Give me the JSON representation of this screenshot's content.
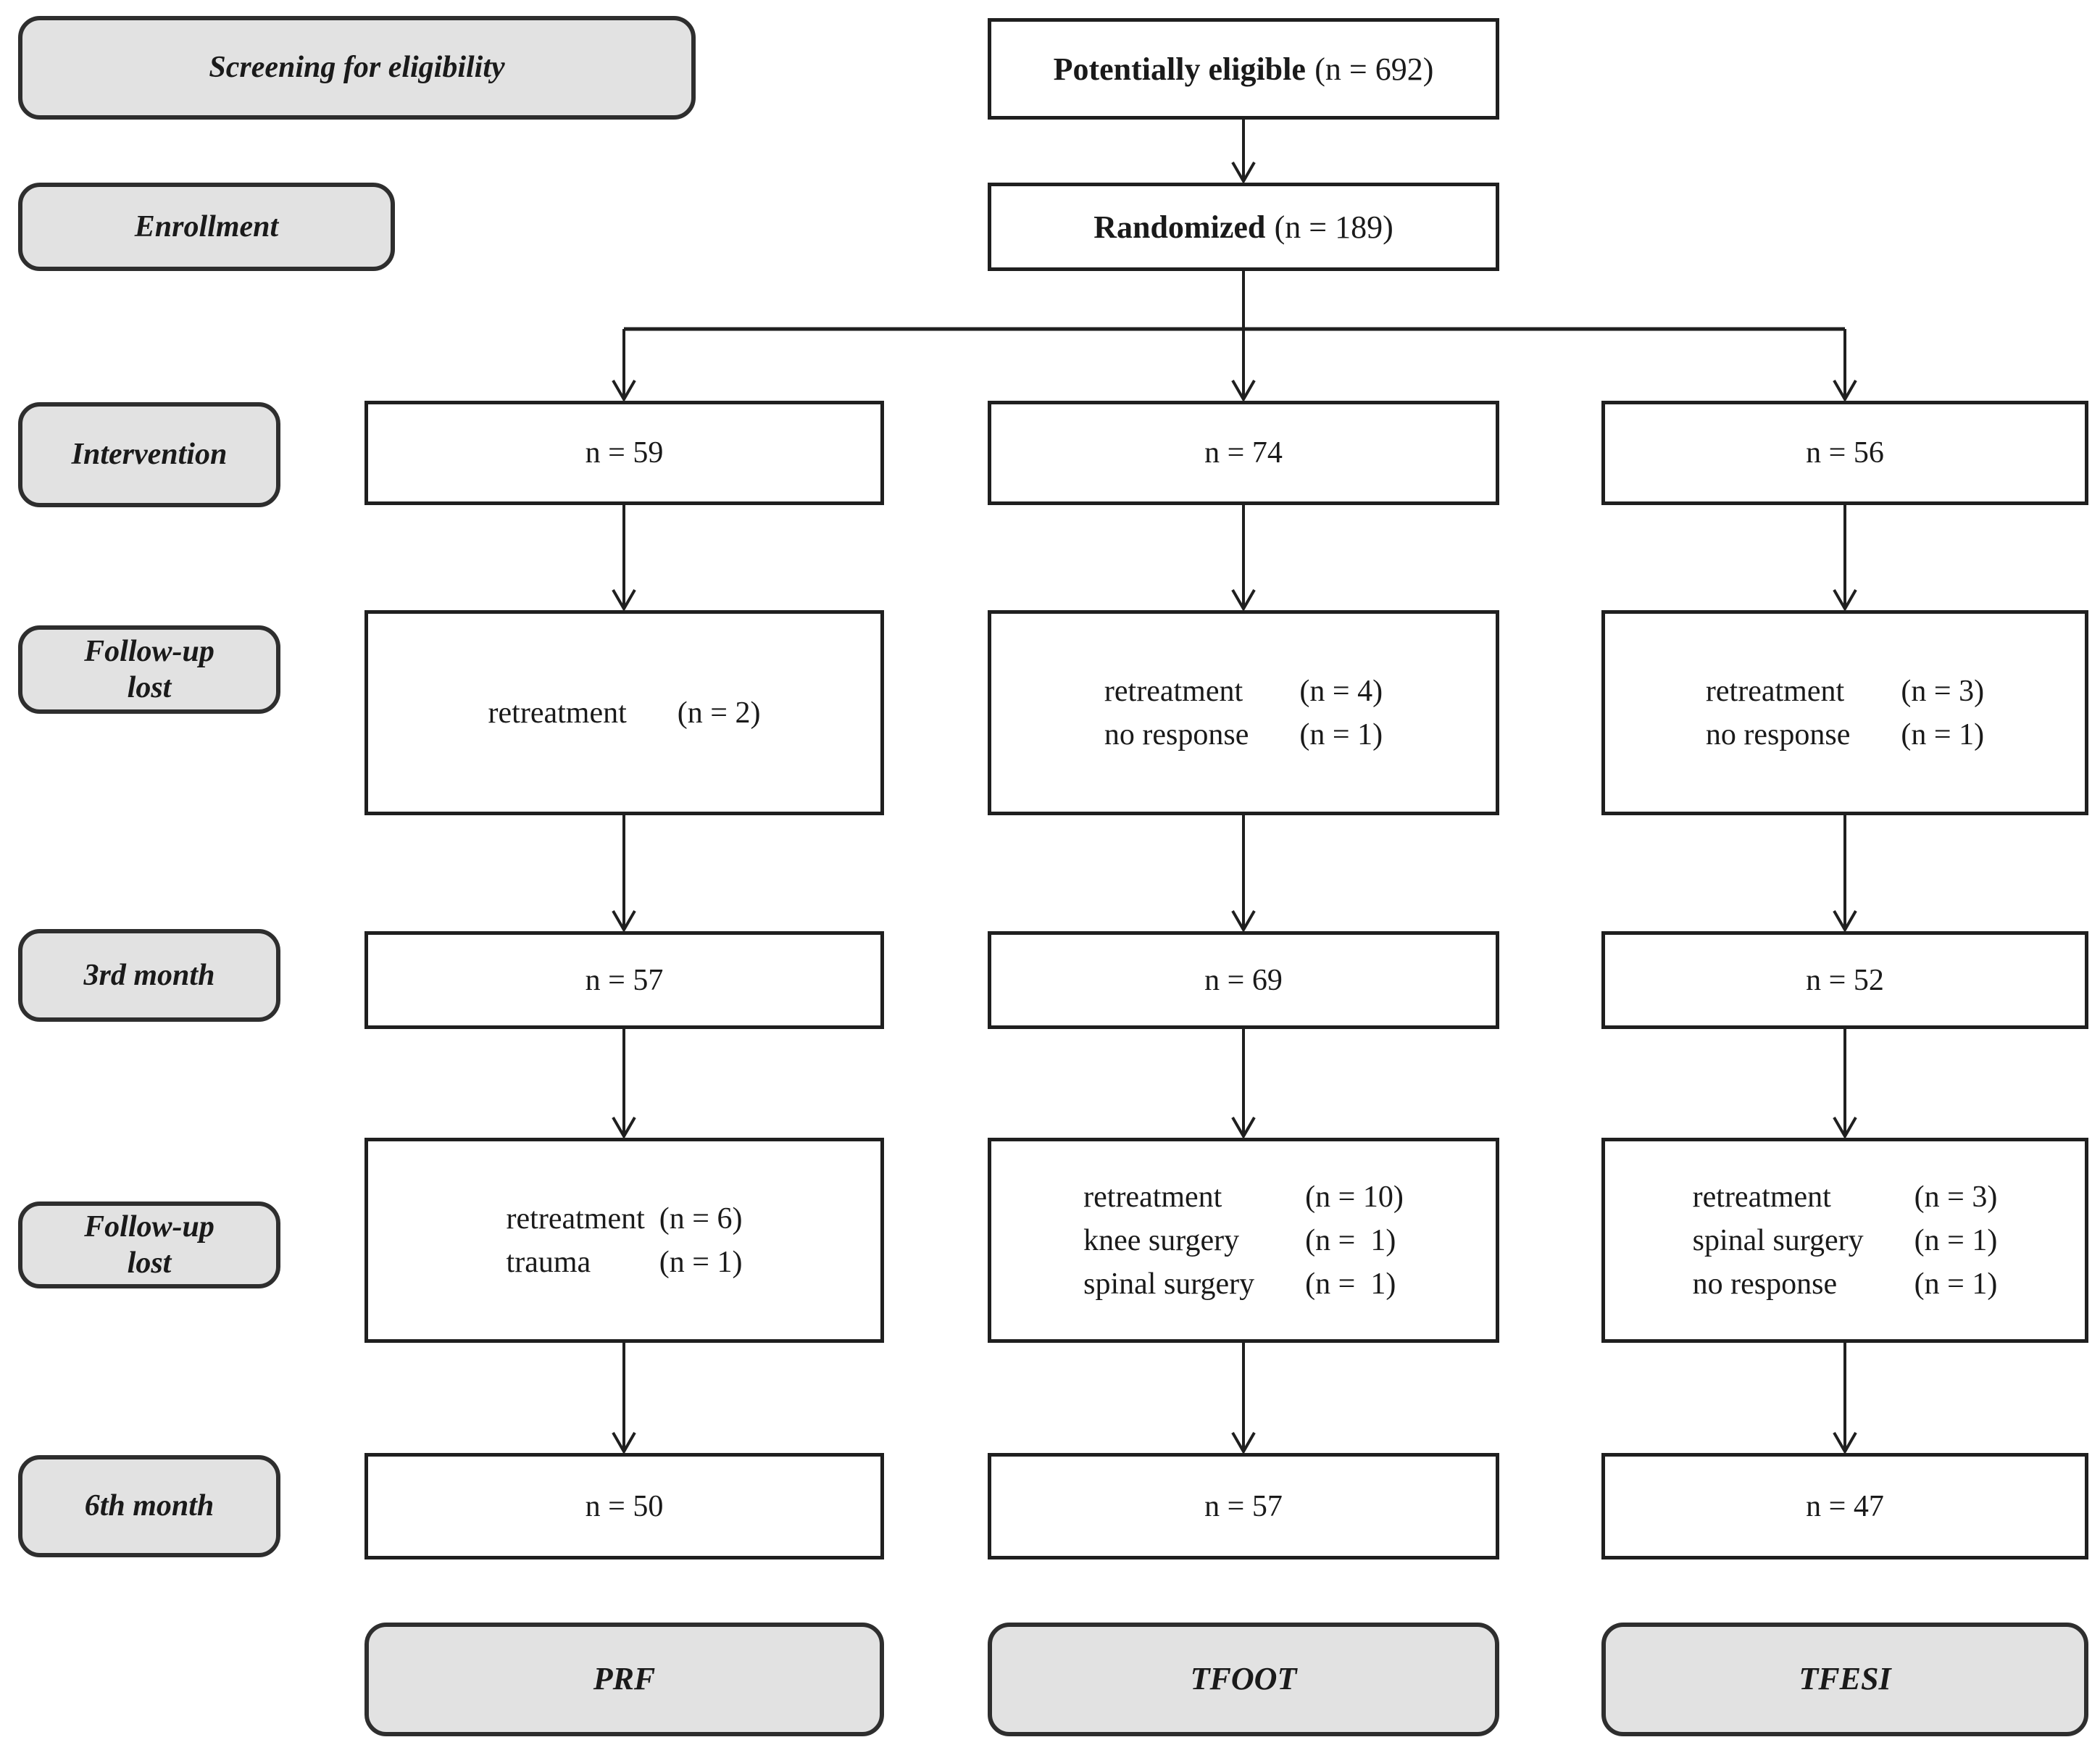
{
  "colors": {
    "background": "#ffffff",
    "box_fill": "#ffffff",
    "box_border": "#1f1f1f",
    "label_fill": "#e2e2e2",
    "label_border": "#2e2e2e",
    "text": "#1a1a1a"
  },
  "stages": {
    "screening": "Screening for eligibility",
    "enrollment": "Enrollment",
    "intervention": "Intervention",
    "followup_lost_1": "Follow-up\nlost",
    "third_month": "3rd month",
    "followup_lost_2": "Follow-up\nlost",
    "sixth_month": "6th month"
  },
  "top": {
    "eligible_label": "Potentially eligible",
    "eligible_n": "(n = 692)",
    "randomized_label": "Randomized",
    "randomized_n": "(n = 189)"
  },
  "arms": [
    {
      "name": "PRF",
      "intervention_n": "n = 59",
      "followup1": [
        {
          "reason": "retreatment",
          "n": "(n = 2)"
        }
      ],
      "third_month_n": "n = 57",
      "followup2": [
        {
          "reason": "retreatment",
          "n": "(n = 6)"
        },
        {
          "reason": "trauma",
          "n": "(n = 1)"
        }
      ],
      "sixth_month_n": "n = 50"
    },
    {
      "name": "TFOOT",
      "intervention_n": "n = 74",
      "followup1": [
        {
          "reason": "retreatment",
          "n": "(n = 4)"
        },
        {
          "reason": "no response",
          "n": "(n = 1)"
        }
      ],
      "third_month_n": "n = 69",
      "followup2": [
        {
          "reason": "retreatment",
          "n": "(n = 10)"
        },
        {
          "reason": "knee surgery",
          "n": "(n =  1)"
        },
        {
          "reason": "spinal surgery",
          "n": "(n =  1)"
        }
      ],
      "sixth_month_n": "n = 57"
    },
    {
      "name": "TFESI",
      "intervention_n": "n = 56",
      "followup1": [
        {
          "reason": "retreatment",
          "n": "(n = 3)"
        },
        {
          "reason": "no response",
          "n": "(n = 1)"
        }
      ],
      "third_month_n": "n = 52",
      "followup2": [
        {
          "reason": "retreatment",
          "n": "(n = 3)"
        },
        {
          "reason": "spinal surgery",
          "n": "(n = 1)"
        },
        {
          "reason": "no response",
          "n": "(n = 1)"
        }
      ],
      "sixth_month_n": "n = 47"
    }
  ]
}
